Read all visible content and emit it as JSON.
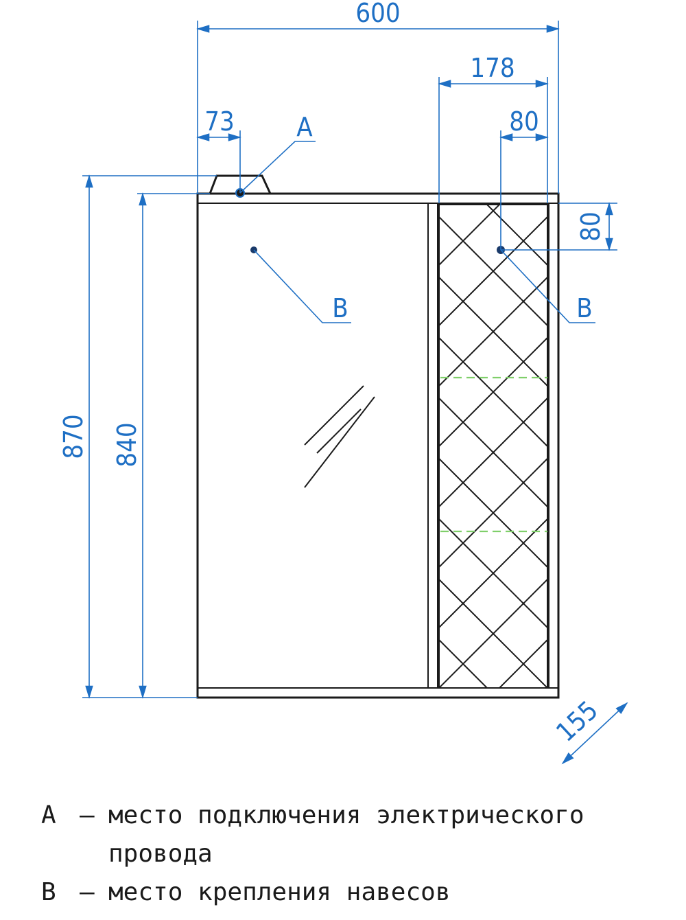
{
  "dimensions": {
    "total_width": "600",
    "side_block_width": "178",
    "hanger_offset_top": "80",
    "hanger_offset_side": "80",
    "socket_offset": "73",
    "total_height": "870",
    "body_height": "840",
    "depth": "155"
  },
  "markers": {
    "socket": "A",
    "hanger_left": "B",
    "hanger_right": "B"
  },
  "legend": [
    {
      "key": "A",
      "dash": "–",
      "text": "место подключения электрического",
      "continuation": "провода"
    },
    {
      "key": "B",
      "dash": "–",
      "text": "место крепления навесов",
      "continuation": ""
    }
  ],
  "colors": {
    "dimension": "#1e6fc4",
    "outline": "#1a1a1a",
    "shelf": "#7fcf6a"
  }
}
